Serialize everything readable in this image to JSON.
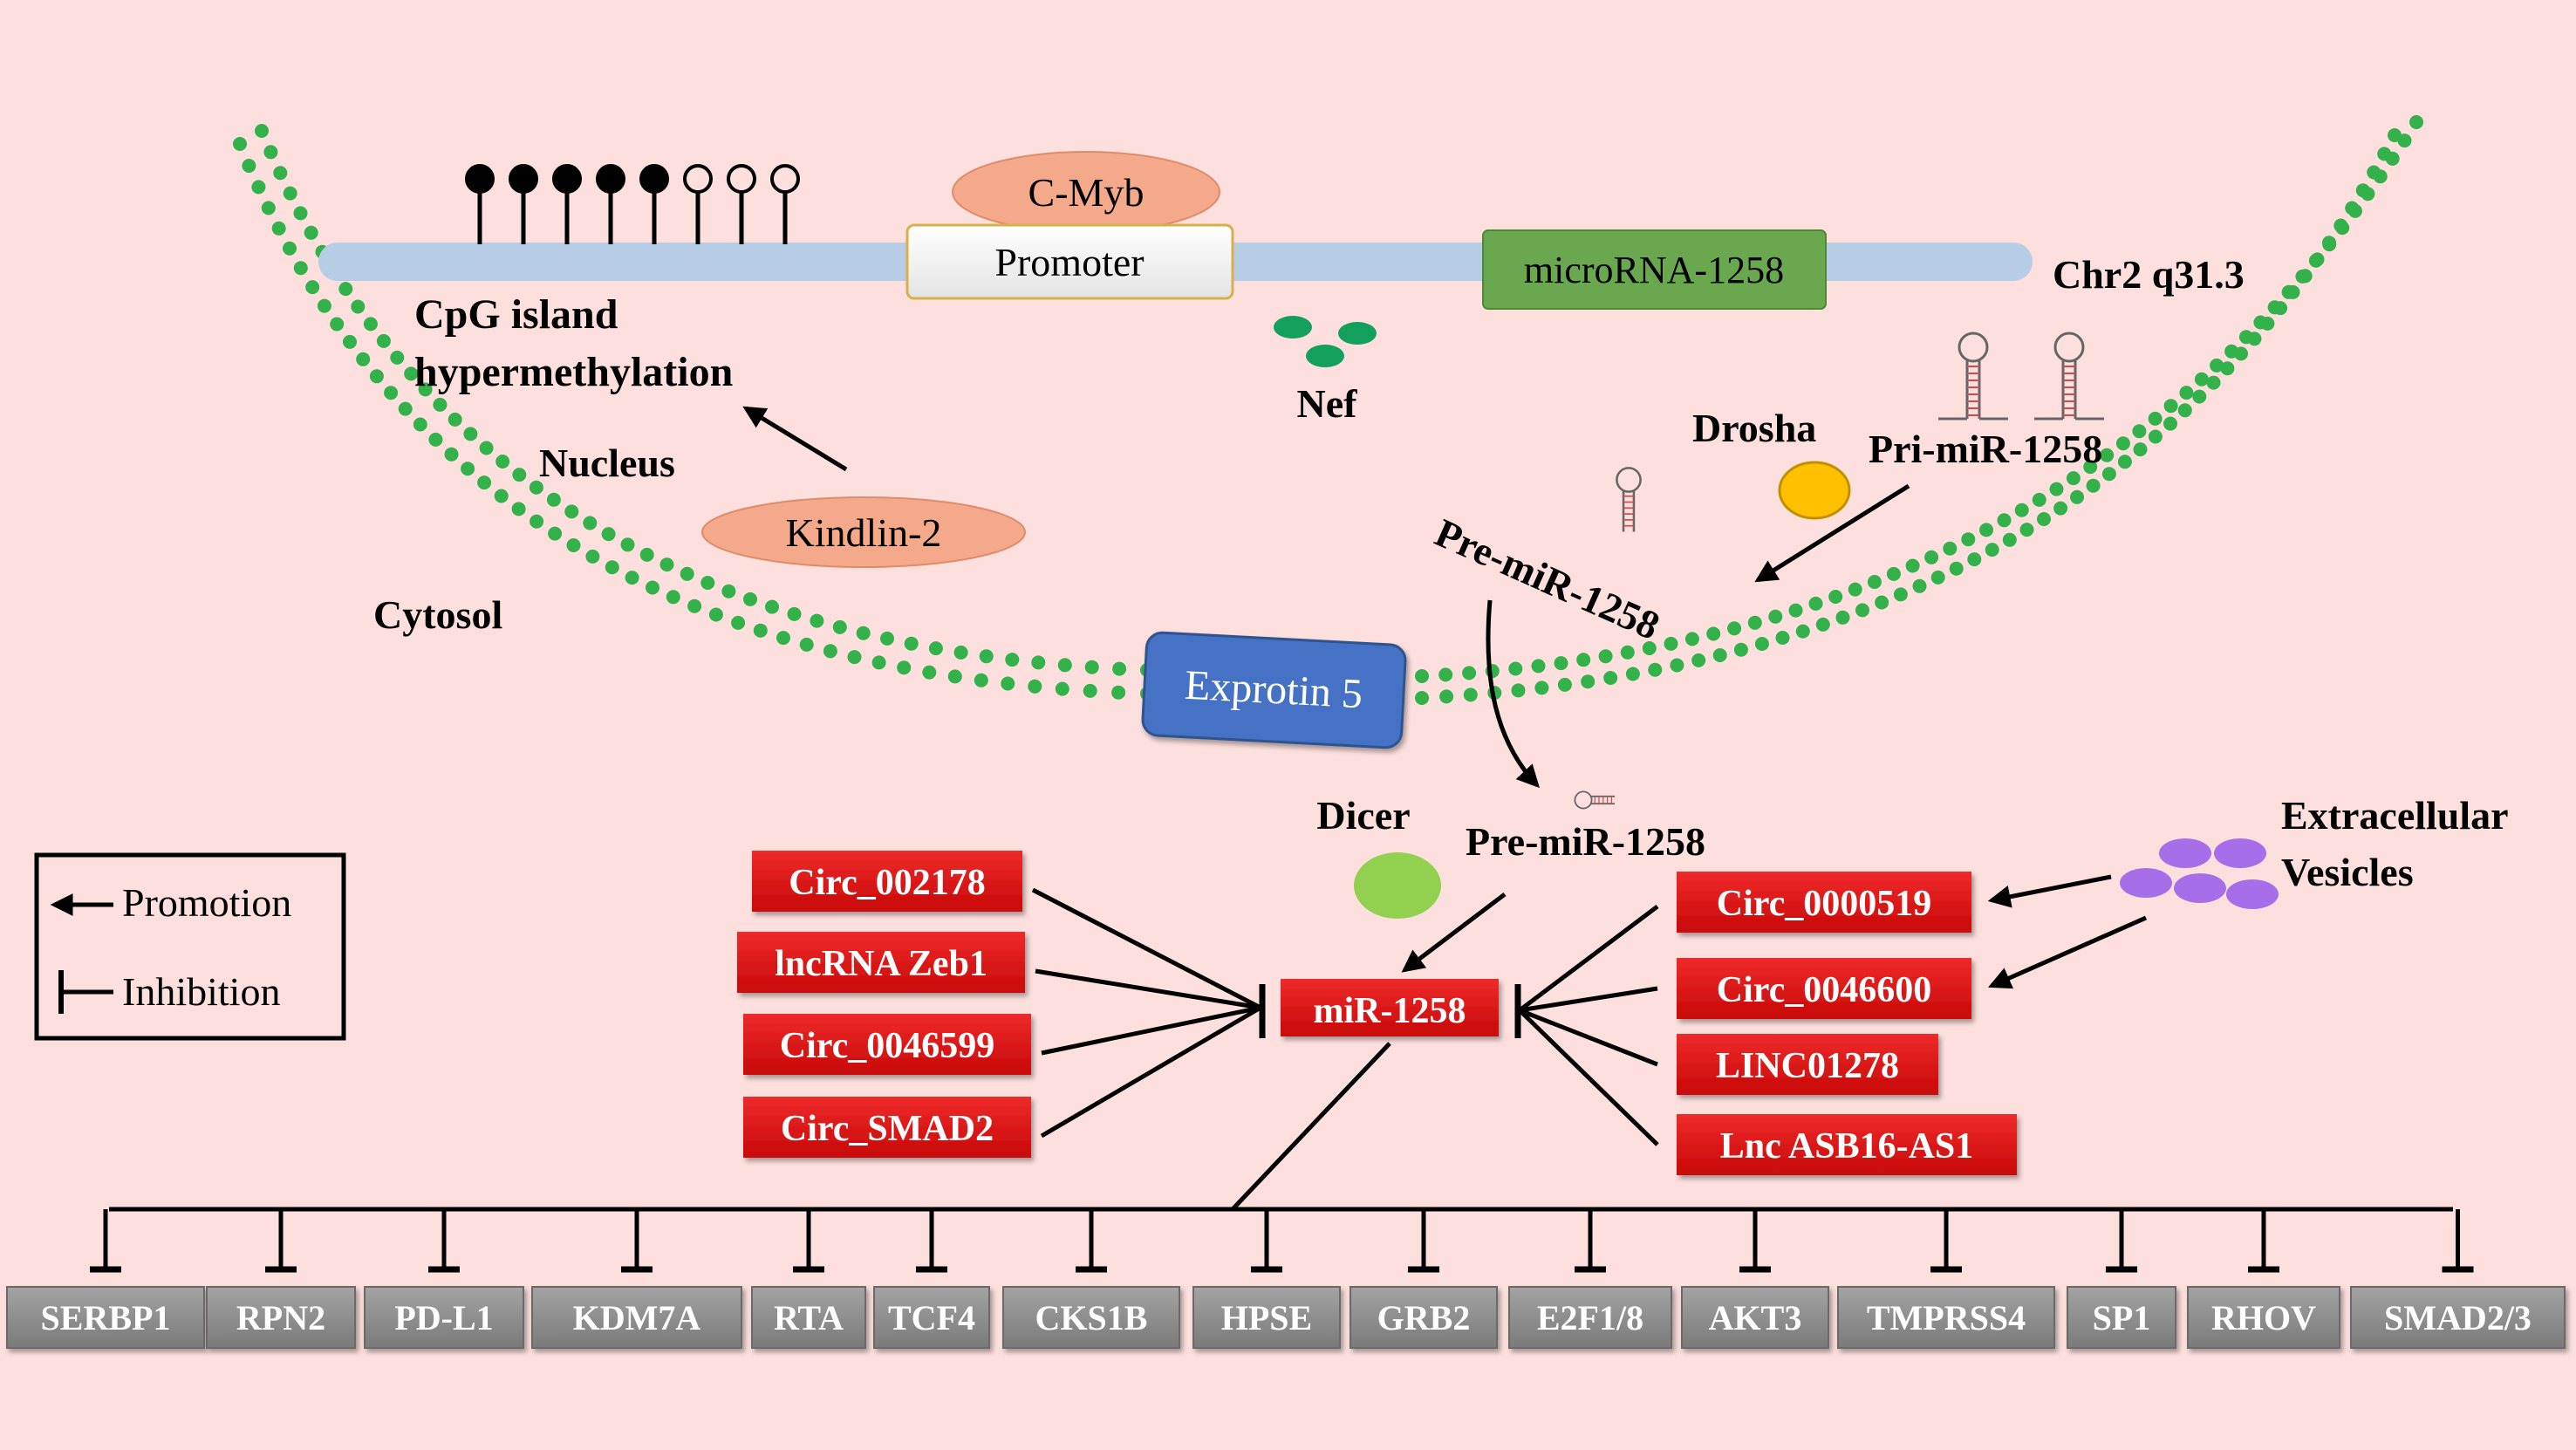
{
  "colors": {
    "background": "#fde0de",
    "membrane_dot": "#33b14a",
    "dna_bar": "#b7cde6",
    "oval_fill": "#f4a98a",
    "promoter_border": "#d8b04b",
    "microrna_box": "#6aa84f",
    "exportin_box": "#4472c4",
    "red_box": "#e01010",
    "gene_box": "#8c8c8c",
    "nef_dot": "#12a05c",
    "drosha": "#ffc000",
    "dicer": "#92d050",
    "vesicle": "#a66ee8"
  },
  "labels": {
    "c_myb": "C-Myb",
    "promoter": "Promoter",
    "microrna": "microRNA-1258",
    "chromosome": "Chr2 q31.3",
    "cpg_line1": "CpG island",
    "cpg_line2": "hypermethylation",
    "nef": "Nef",
    "drosha": "Drosha",
    "pri_mir": "Pri-miR-1258",
    "nucleus": "Nucleus",
    "kindlin": "Kindlin-2",
    "cytosol": "Cytosol",
    "pre_mir_nucleus": "Pre-miR-1258",
    "exportin": "Exprotin 5",
    "dicer": "Dicer",
    "pre_mir_cytosol": "Pre-miR-1258",
    "extracellular_line1": "Extracellular",
    "extracellular_line2": "Vesicles",
    "mir": "miR-1258"
  },
  "legend": {
    "promotion": "Promotion",
    "inhibition": "Inhibition"
  },
  "left_inhibitors": [
    "Circ_002178",
    "lncRNA Zeb1",
    "Circ_0046599",
    "Circ_SMAD2"
  ],
  "right_inhibitors": [
    "Circ_0000519",
    "Circ_0046600",
    "LINC01278",
    "Lnc ASB16-AS1"
  ],
  "targets": [
    "SERBP1",
    "RPN2",
    "PD-L1",
    "KDM7A",
    "RTA",
    "TCF4",
    "CKS1B",
    "HPSE",
    "GRB2",
    "E2F1/8",
    "AKT3",
    "TMPRSS4",
    "SP1",
    "RHOV",
    "SMAD2/3"
  ],
  "cpg_sites": {
    "methylated_count": 5,
    "unmethylated_count": 3
  }
}
